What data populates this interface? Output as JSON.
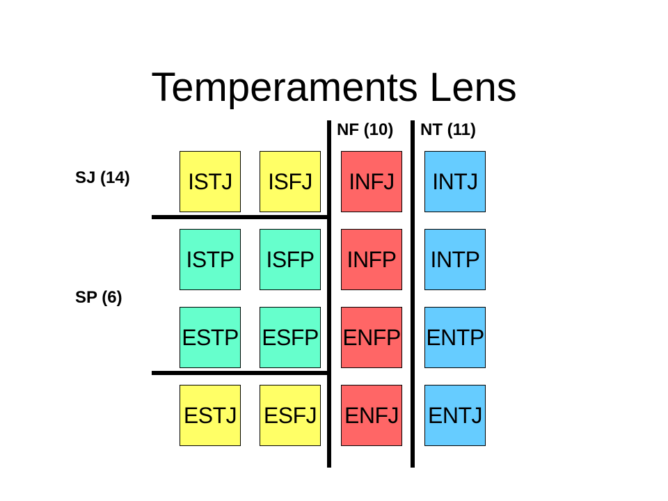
{
  "title": "Temperaments Lens",
  "groups": {
    "nf": "NF (10)",
    "nt": "NT (11)",
    "sj": "SJ (14)",
    "sp": "SP (6)"
  },
  "colors": {
    "sj": "#ffff66",
    "sp": "#66ffcc",
    "nf": "#ff6666",
    "nt": "#66ccff"
  },
  "grid": {
    "rows": [
      [
        "ISTJ",
        "ISFJ",
        "INFJ",
        "INTJ"
      ],
      [
        "ISTP",
        "ISFP",
        "INFP",
        "INTP"
      ],
      [
        "ESTP",
        "ESFP",
        "ENFP",
        "ENTP"
      ],
      [
        "ESTJ",
        "ESFJ",
        "ENFJ",
        "ENTJ"
      ]
    ]
  }
}
